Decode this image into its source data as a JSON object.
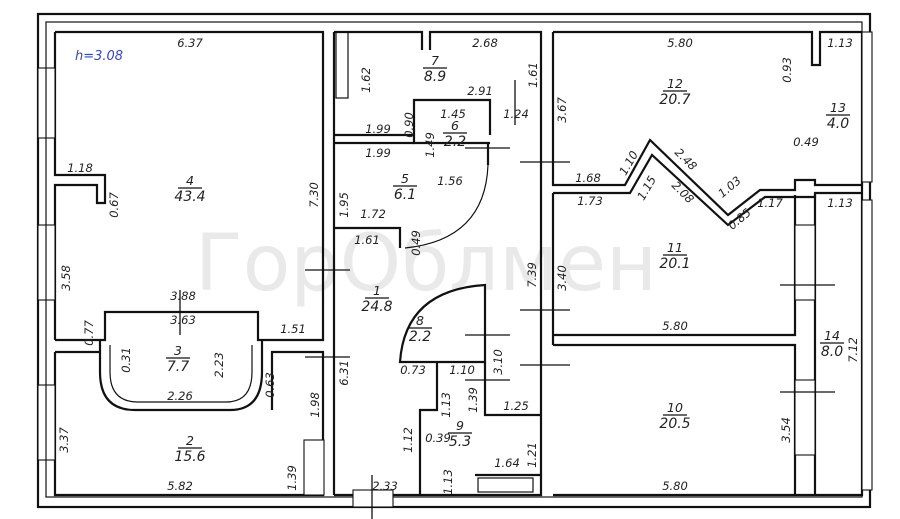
{
  "plan": {
    "ceiling_height": "h=3.08",
    "ceiling_height_color": "#3344cc",
    "watermark": "ГорОблмен",
    "rooms": [
      {
        "num": "1",
        "area": "24.8"
      },
      {
        "num": "2",
        "area": "15.6"
      },
      {
        "num": "3",
        "area": "7.7"
      },
      {
        "num": "4",
        "area": "43.4"
      },
      {
        "num": "5",
        "area": "6.1"
      },
      {
        "num": "6",
        "area": "2.2"
      },
      {
        "num": "7",
        "area": "8.9"
      },
      {
        "num": "8",
        "area": "2.2"
      },
      {
        "num": "9",
        "area": "5.3"
      },
      {
        "num": "10",
        "area": "20.5"
      },
      {
        "num": "11",
        "area": "20.1"
      },
      {
        "num": "12",
        "area": "20.7"
      },
      {
        "num": "13",
        "area": "4.0"
      },
      {
        "num": "14",
        "area": "8.0"
      }
    ],
    "dimensions": [
      "6.37",
      "1.18",
      "0.67",
      "7.30",
      "3.58",
      "0.77",
      "3.88",
      "3.63",
      "1.51",
      "0.31",
      "2.23",
      "0.63",
      "2.26",
      "3.37",
      "5.82",
      "1.39",
      "1.98",
      "6.31",
      "1.62",
      "2.68",
      "1.61",
      "2.91",
      "0.90",
      "1.99",
      "1.45",
      "1.49",
      "1.24",
      "1.99",
      "1.95",
      "1.56",
      "1.72",
      "0.49",
      "1.61",
      "7.39",
      "0.73",
      "1.10",
      "3.10",
      "1.39",
      "1.13",
      "1.12",
      "0.39",
      "1.25",
      "1.21",
      "1.64",
      "1.13",
      "2.33",
      "5.80",
      "0.93",
      "1.13",
      "3.67",
      "1.68",
      "1.10",
      "2.48",
      "1.15",
      "2.08",
      "1.03",
      "0.85",
      "1.17",
      "1.73",
      "0.49",
      "1.13",
      "3.40",
      "5.80",
      "3.54",
      "5.80",
      "7.12"
    ]
  }
}
